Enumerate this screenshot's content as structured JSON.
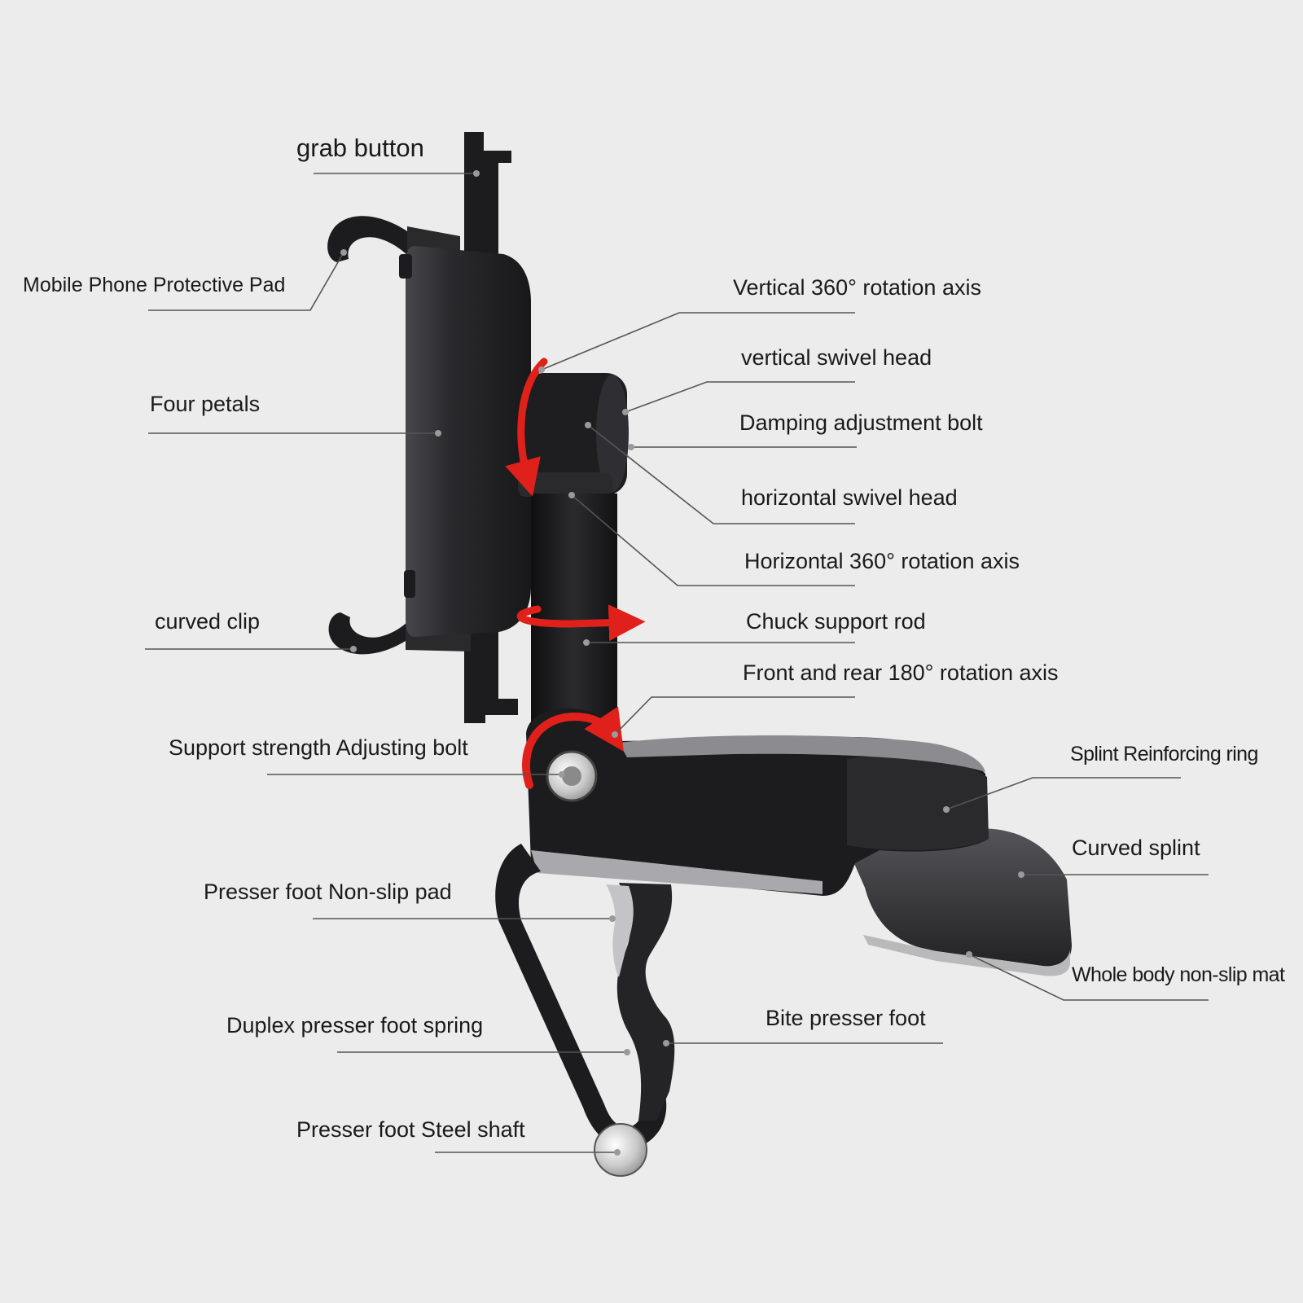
{
  "labels": {
    "grab_button": "grab button",
    "mobile_phone_protective_pad": "Mobile Phone Protective Pad",
    "four_petals": "Four petals",
    "curved_clip": "curved clip",
    "support_strength_adjusting_bolt": "Support strength Adjusting bolt",
    "presser_foot_non_slip_pad": "Presser foot Non-slip pad",
    "duplex_presser_foot_spring": "Duplex presser foot spring",
    "presser_foot_steel_shaft": "Presser foot Steel shaft",
    "vertical_360_rotation_axis": "Vertical 360° rotation axis",
    "vertical_swivel_head": "vertical swivel head",
    "damping_adjustment_bolt": "Damping adjustment bolt",
    "horizontal_swivel_head": "horizontal swivel head",
    "horizontal_360_rotation_axis": "Horizontal 360° rotation axis",
    "chuck_support_rod": "Chuck support rod",
    "front_and_rear_180_rotation_axis": "Front and rear 180° rotation axis",
    "splint_reinforcing_ring": "Splint Reinforcing ring",
    "curved_splint": "Curved splint",
    "whole_body_non_slip_mat": "Whole body non-slip mat",
    "bite_presser_foot": "Bite presser foot"
  },
  "colors": {
    "background": "#ececec",
    "body": "#1c1c1e",
    "body_highlight": "#3a3a3d",
    "rotation_arrow": "#e0201a",
    "leader_line": "#555555",
    "label_text": "#1a1a1a"
  }
}
